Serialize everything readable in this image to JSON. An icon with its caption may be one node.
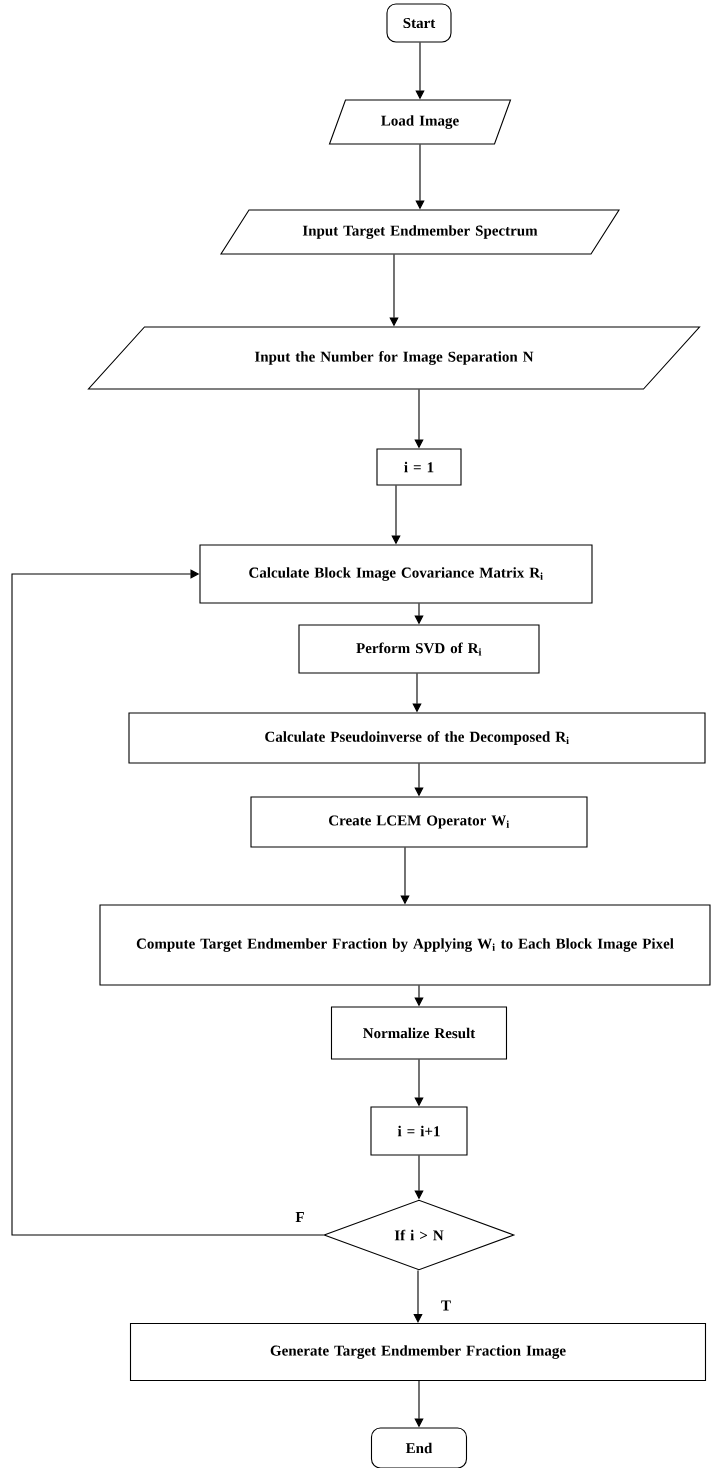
{
  "diagram": {
    "nodes": [
      {
        "text": [
          "Start"
        ]
      },
      {
        "text": [
          "Load Image"
        ]
      },
      {
        "text": [
          "Input Target Endmember Spectrum"
        ]
      },
      {
        "text": [
          "Input the Number for Image Separation N"
        ]
      },
      {
        "text": [
          "i = 1"
        ]
      },
      {
        "text": [
          "Calculate Block Image Covariance Matrix R$_{i}$"
        ]
      },
      {
        "text": [
          "Perform SVD of R$_{i}$"
        ]
      },
      {
        "text": [
          "Calculate Pseudoinverse of the Decomposed R$_{i}$"
        ]
      },
      {
        "text": [
          "Create LCEM Operator W$_{i}$"
        ]
      },
      {
        "text": [
          "Compute Target Endmember Fraction by Applying W$_{i}$ to Each Block Image Pixel"
        ]
      },
      {
        "text": [
          "Normalize Result"
        ]
      },
      {
        "text": [
          "i = i+1"
        ]
      },
      {
        "text": [
          "If  i > N"
        ]
      },
      {
        "text": [
          "Generate Target Endmember Fraction Image"
        ]
      },
      {
        "text": [
          "End"
        ]
      }
    ],
    "edges": [
      {
        "from": 0,
        "to": 1,
        "arrow": "to"
      },
      {
        "from": 1,
        "to": 2,
        "arrow": "to"
      },
      {
        "from": 2,
        "to": 3,
        "arrow": "to"
      },
      {
        "from": 3,
        "to": 4,
        "arrow": "to"
      },
      {
        "from": 4,
        "to": 5,
        "arrow": "to"
      },
      {
        "from": 5,
        "to": 6,
        "arrow": "to"
      },
      {
        "from": 6,
        "to": 7,
        "arrow": "to"
      },
      {
        "from": 7,
        "to": 8,
        "arrow": "to"
      },
      {
        "from": 8,
        "to": 9,
        "arrow": "to"
      },
      {
        "from": 9,
        "to": 10,
        "arrow": "to"
      },
      {
        "from": 10,
        "to": 11,
        "arrow": "to"
      },
      {
        "from": 11,
        "to": 12,
        "arrow": "to"
      },
      {
        "from": 12,
        "to": 5,
        "arrow": "to",
        "label": "F"
      },
      {
        "from": 12,
        "to": 13,
        "arrow": "to",
        "label": "T"
      },
      {
        "from": 13,
        "to": 14,
        "arrow": "to"
      }
    ]
  }
}
